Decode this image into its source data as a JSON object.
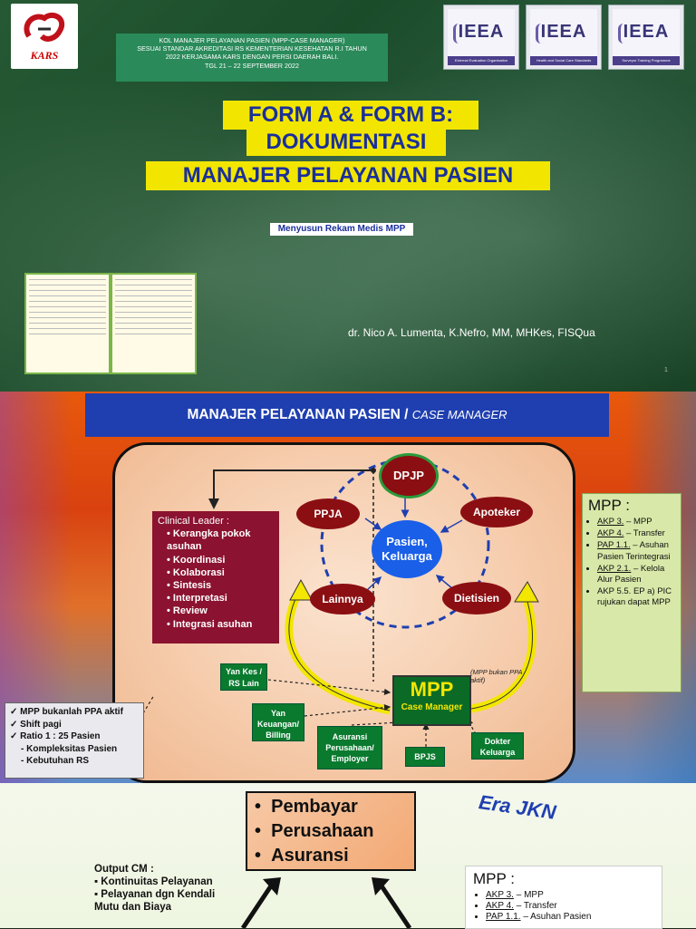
{
  "slide1": {
    "kars_logo_text": "KARS",
    "ieea_logos": [
      "IEEA",
      "IEEA",
      "IEEA"
    ],
    "ieea_taglines": [
      "External Evaluation Organisation",
      "Health and Social Care Standards",
      "Surveyor Training Programme"
    ],
    "info_lines": [
      "KOL MANAJER PELAYANAN PASIEN (MPP-CASE MANAGER)",
      "SESUAI STANDAR AKREDITASI RS KEMENTERIAN KESEHATAN R.I TAHUN",
      "2022 KERJASAMA KARS DENGAN PERSI DAERAH BALI.",
      "TGL 21 – 22 SEPTEMBER 2022"
    ],
    "title_line1": "FORM A & FORM B:",
    "title_line2": "DOKUMENTASI",
    "title_line3": "MANAJER PELAYANAN PASIEN",
    "subtitle": "Menyusun Rekam Medis MPP",
    "author": "dr. Nico A. Lumenta, K.Nefro, MM, MHKes, FISQua",
    "page_number": "1"
  },
  "slide2": {
    "header_main": "MANAJER PELAYANAN PASIEN / ",
    "header_italic": "CASE MANAGER",
    "nodes": {
      "dpjp": "DPJP",
      "ppja": "PPJA",
      "apoteker": "Apoteker",
      "center": "Pasien, Keluarga",
      "lainnya": "Lainnya",
      "dietisien": "Dietisien"
    },
    "clinical_leader": {
      "heading": "Clinical Leader :",
      "items": [
        "Kerangka pokok asuhan",
        "Koordinasi",
        "Kolaborasi",
        "Sintesis",
        "Interpretasi",
        "Review",
        "Integrasi asuhan"
      ]
    },
    "mpp_title": "MPP",
    "mpp_subtitle": "Case Manager",
    "mpp_note": "(MPP bukan PPA aktif)",
    "stakeholders": {
      "yan_kes": "Yan Kes / RS Lain",
      "yan_keuangan": "Yan Keuangan/ Billing",
      "asuransi": "Asuransi Perusahaan/ Employer",
      "bpjs": "BPJS",
      "dokter_keluarga": "Dokter Keluarga"
    },
    "mpp_panel": {
      "heading": "MPP :",
      "items": [
        {
          "code": "AKP 3.",
          "text": " – MPP"
        },
        {
          "code": "AKP 4.",
          "text": " – Transfer"
        },
        {
          "code": "PAP 1.1.",
          "text": " – Asuhan Pasien Terintegrasi"
        },
        {
          "code": "AKP 2.1.",
          "text": " – Kelola Alur Pasien"
        },
        {
          "code": "",
          "text": "AKP 5.5. EP a) PIC rujukan dapat MPP"
        }
      ]
    },
    "checklist": [
      "MPP bukanlah PPA aktif",
      "Shift pagi",
      "Ratio 1 : 25 Pasien",
      "- Kompleksitas Pasien",
      "- Kebutuhan RS"
    ]
  },
  "slide3": {
    "payers": [
      "Pembayar",
      "Perusahaan",
      "Asuransi"
    ],
    "era_title": "Era JKN",
    "output_heading": "Output  CM :",
    "output_items": [
      "Kontinuitas Pelayanan",
      "Pelayanan dgn Kendali Mutu dan Biaya"
    ],
    "mpp_panel": {
      "heading": "MPP :",
      "items": [
        {
          "code": "AKP 3.",
          "text": " – MPP"
        },
        {
          "code": "AKP 4.",
          "text": " – Transfer"
        },
        {
          "code": "PAP 1.1.",
          "text": " – Asuhan Pasien"
        }
      ]
    }
  }
}
